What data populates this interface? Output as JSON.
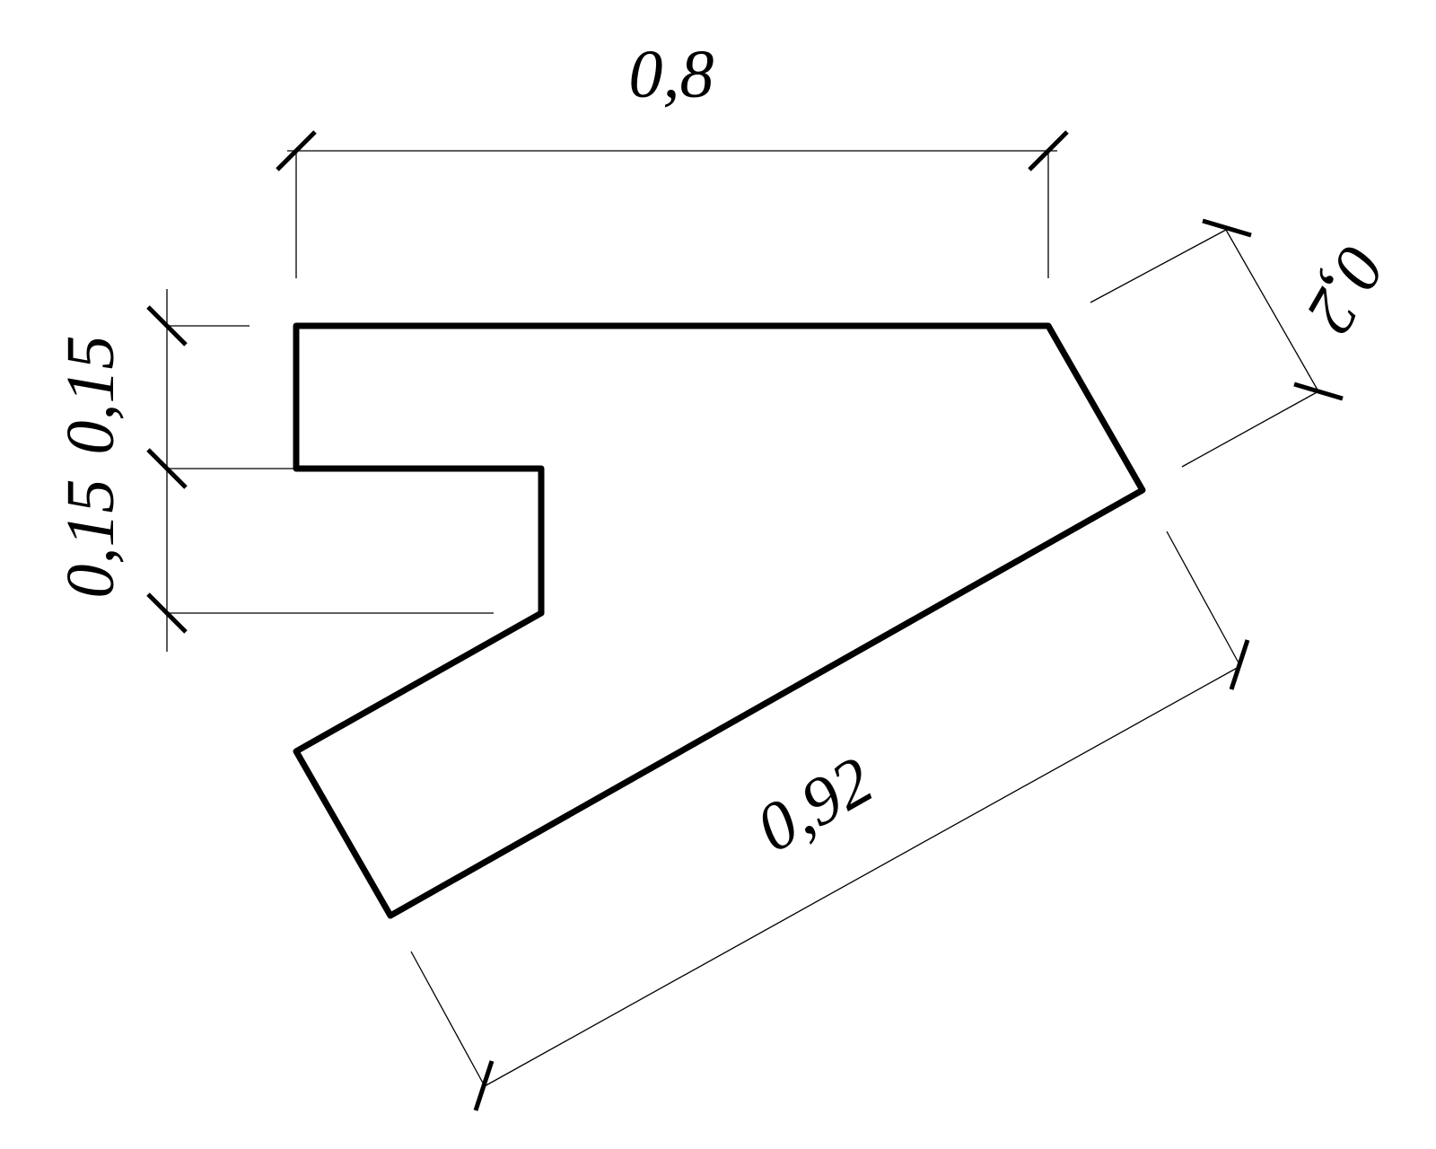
{
  "dimensions": {
    "top_width": "0,8",
    "right_thickness": "0,2",
    "bottom_length": "0,92",
    "left_upper": "0,15",
    "left_lower": "0,15"
  }
}
